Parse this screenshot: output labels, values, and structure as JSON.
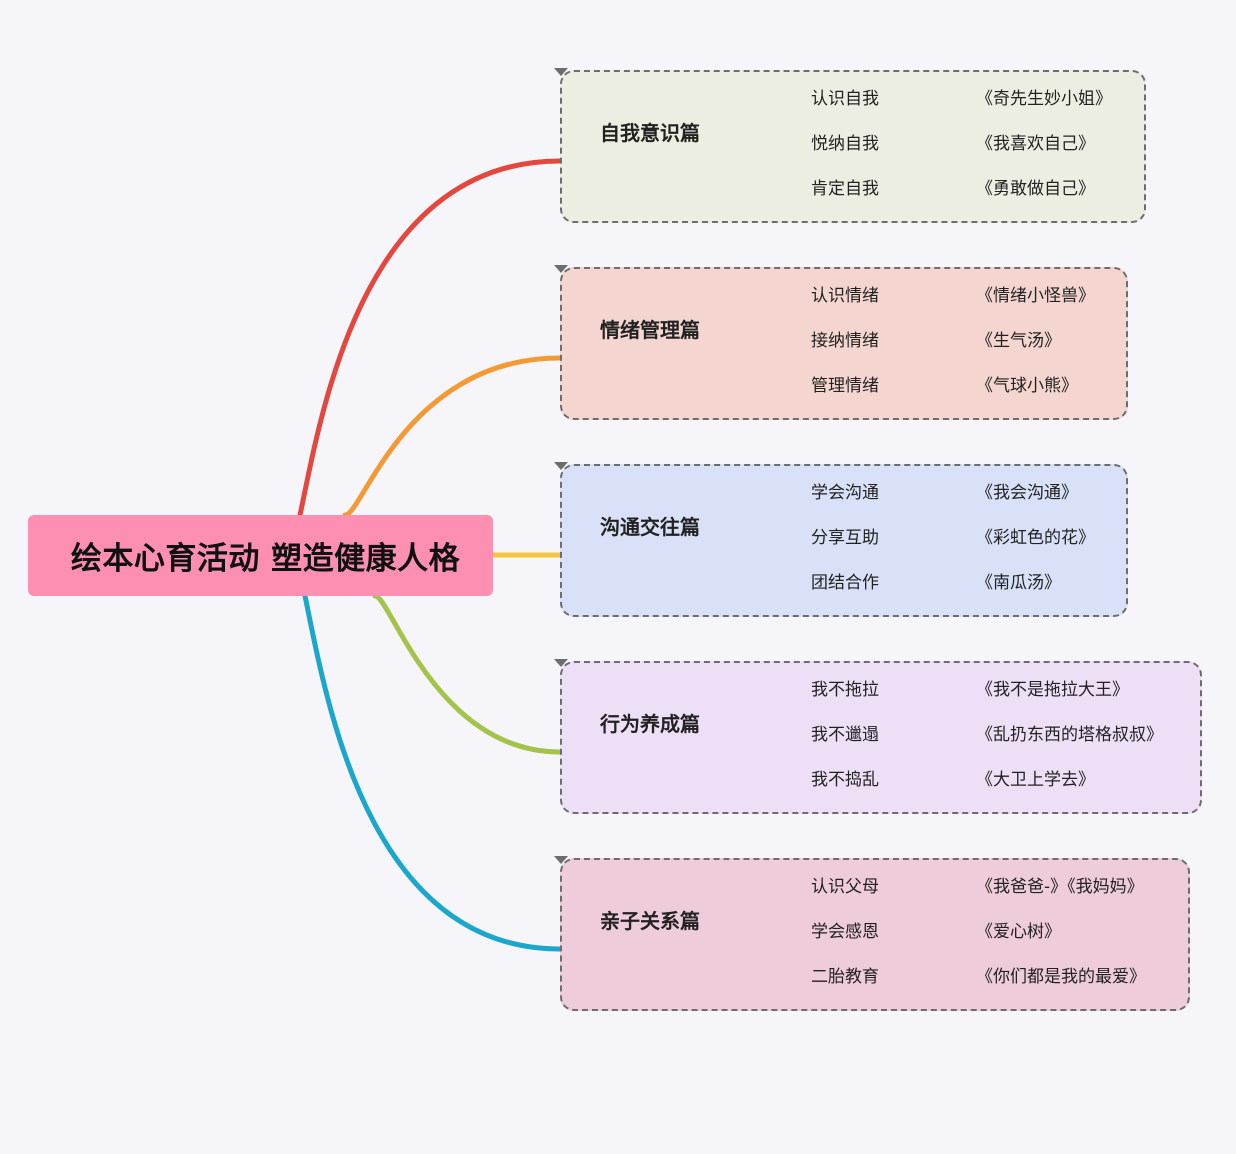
{
  "root": {
    "title": "绘本心育活动 塑造健康人格",
    "color": "#fd8fb2"
  },
  "branches": [
    {
      "title": "自我意识篇",
      "line_color": "#e2483e",
      "box_color": "#edeee2",
      "items": [
        {
          "label": "认识自我",
          "book": "《奇先生妙小姐》"
        },
        {
          "label": "悦纳自我",
          "book": "《我喜欢自己》"
        },
        {
          "label": "肯定自我",
          "book": "《勇敢做自己》"
        }
      ]
    },
    {
      "title": "情绪管理篇",
      "line_color": "#f39a35",
      "box_color": "#f4d5cf",
      "items": [
        {
          "label": "认识情绪",
          "book": "《情绪小怪兽》"
        },
        {
          "label": "接纳情绪",
          "book": "《生气汤》"
        },
        {
          "label": "管理情绪",
          "book": "《气球小熊》"
        }
      ]
    },
    {
      "title": "沟通交往篇",
      "line_color": "#f5c542",
      "box_color": "#d8e1f7",
      "items": [
        {
          "label": "学会沟通",
          "book": "《我会沟通》"
        },
        {
          "label": "分享互助",
          "book": "《彩虹色的花》"
        },
        {
          "label": "团结合作",
          "book": "《南瓜汤》"
        }
      ]
    },
    {
      "title": "行为养成篇",
      "line_color": "#a3c44a",
      "box_color": "#ecdff6",
      "items": [
        {
          "label": "我不拖拉",
          "book": "《我不是拖拉大王》"
        },
        {
          "label": "我不邋遢",
          "book": "《乱扔东西的塔格叔叔》"
        },
        {
          "label": "我不捣乱",
          "book": "《大卫上学去》"
        }
      ]
    },
    {
      "title": "亲子关系篇",
      "line_color": "#1ba7cc",
      "box_color": "#eeccdb",
      "items": [
        {
          "label": "认识父母",
          "book": "《我爸爸-》《我妈妈》"
        },
        {
          "label": "学会感恩",
          "book": "《爱心树》"
        },
        {
          "label": "二胎教育",
          "book": "《你们都是我的最爱》"
        }
      ]
    }
  ]
}
